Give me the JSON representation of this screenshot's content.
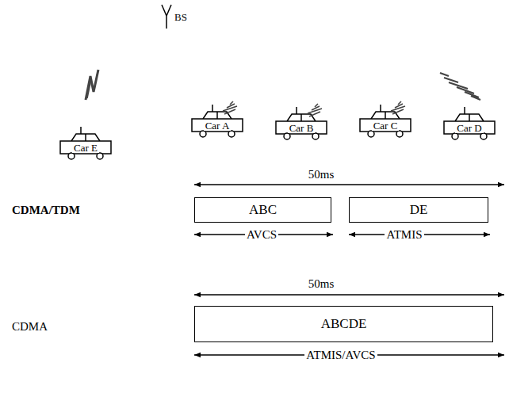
{
  "diagram": {
    "nodes": [
      {
        "text": [
          "ABC"
        ]
      },
      {
        "text": [
          "DE"
        ]
      },
      {
        "text": [
          "ABCDE"
        ]
      }
    ],
    "labels": [
      "BS",
      "Car E",
      "Car A",
      "Car B",
      "Car C",
      "Car D",
      "50ms",
      "CDMA/TDM",
      "AVCS",
      "ATMIS",
      "50ms",
      "CDMA",
      "ATMIS/AVCS"
    ]
  }
}
